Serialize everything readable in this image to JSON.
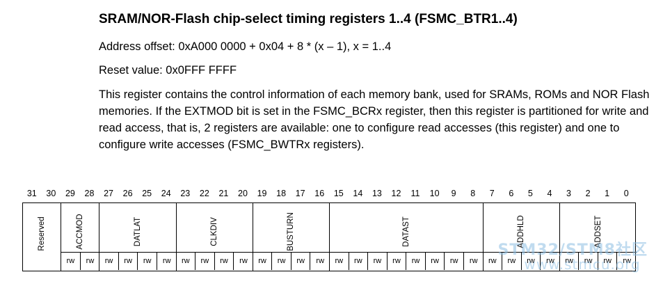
{
  "doc": {
    "title": "SRAM/NOR-Flash chip-select timing registers 1..4 (FSMC_BTR1..4)",
    "address_offset": "Address offset: 0xA000 0000 + 0x04 + 8 * (x – 1), x = 1..4",
    "reset_value": "Reset value: 0x0FFF FFFF",
    "description": "This register contains the control information of each memory bank, used for SRAMs, ROMs and NOR Flash memories. If the EXTMOD bit is set in the FSMC_BCRx register, then this register is partitioned for write and read access, that is, 2 registers are available: one to configure read accesses (this register) and one to configure write accesses (FSMC_BWTRx registers)."
  },
  "register": {
    "bit_numbers": [
      "31",
      "30",
      "29",
      "28",
      "27",
      "26",
      "25",
      "24",
      "23",
      "22",
      "21",
      "20",
      "19",
      "18",
      "17",
      "16",
      "15",
      "14",
      "13",
      "12",
      "11",
      "10",
      "9",
      "8",
      "7",
      "6",
      "5",
      "4",
      "3",
      "2",
      "1",
      "0"
    ],
    "fields": [
      {
        "name": "Reserved",
        "bits": 2,
        "access": []
      },
      {
        "name": "ACCMOD",
        "bits": 2,
        "access": [
          "rw",
          "rw"
        ]
      },
      {
        "name": "DATLAT",
        "bits": 4,
        "access": [
          "rw",
          "rw",
          "rw",
          "rw"
        ]
      },
      {
        "name": "CLKDIV",
        "bits": 4,
        "access": [
          "rw",
          "rw",
          "rw",
          "rw"
        ]
      },
      {
        "name": "BUSTURN",
        "bits": 4,
        "access": [
          "rw",
          "rw",
          "rw",
          "rw"
        ]
      },
      {
        "name": "DATAST",
        "bits": 8,
        "access": [
          "rw",
          "rw",
          "rw",
          "rw",
          "rw",
          "rw",
          "rw",
          "rw"
        ]
      },
      {
        "name": "ADDHLD",
        "bits": 4,
        "access": [
          "rw",
          "rw",
          "rw",
          "rw"
        ]
      },
      {
        "name": "ADDSET",
        "bits": 4,
        "access": [
          "rw",
          "rw",
          "rw",
          "rw"
        ]
      }
    ]
  },
  "watermark": {
    "line1": "STM32/STM8社区",
    "line2": "www.stmcu.org"
  }
}
